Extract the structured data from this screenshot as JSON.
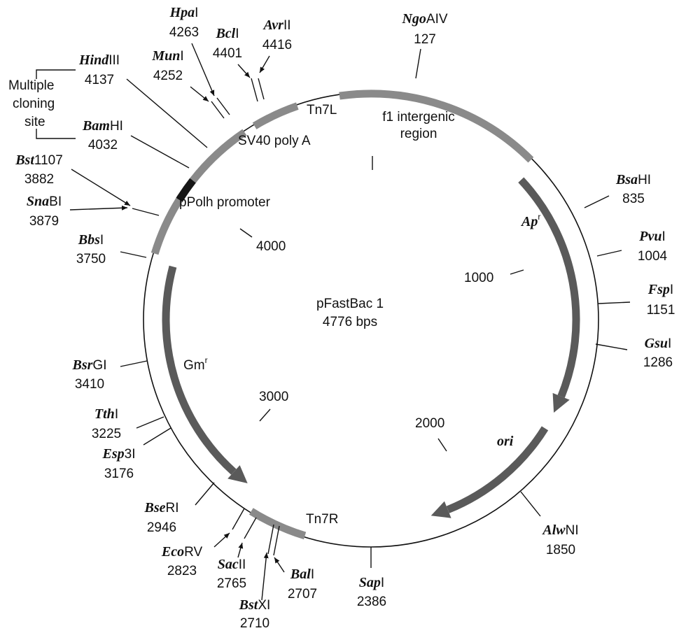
{
  "plasmid": {
    "name": "pFastBac 1",
    "size": "4776 bps"
  },
  "colors": {
    "feature_light": "#8a8a8a",
    "feature_dark": "#5a5a5a",
    "feature_black": "#161616",
    "line": "#111111"
  },
  "features": {
    "f1": {
      "line1": "f1 intergenic",
      "line2": "region"
    },
    "tn7l": "Tn7L",
    "sv40": "SV40 poly A",
    "ppolh": "pPolh promoter",
    "ap": {
      "main": "Ap",
      "sup": "r"
    },
    "gm": {
      "main": "Gm",
      "sup": "r"
    },
    "ori": "ori",
    "tn7r": "Tn7R"
  },
  "scale": {
    "s1000": "1000",
    "s2000": "2000",
    "s3000": "3000",
    "s4000": "4000"
  },
  "mcs": {
    "line1": "Multiple",
    "line2": "cloning",
    "line3": "site"
  },
  "sites": {
    "ngoaiv": {
      "it": "Ngo",
      "rest": "AIV",
      "pos": "127"
    },
    "bsahi": {
      "it": "Bsa",
      "rest": "HI",
      "pos": "835"
    },
    "pvui": {
      "it": "Pvu",
      "rest": "I",
      "pos": "1004"
    },
    "fspi": {
      "it": "Fsp",
      "rest": "I",
      "pos": "1151"
    },
    "gsui": {
      "it": "Gsu",
      "rest": "I",
      "pos": "1286"
    },
    "alwni": {
      "it": "Alw",
      "rest": "NI",
      "pos": "1850"
    },
    "sapi": {
      "it": "Sap",
      "rest": "I",
      "pos": "2386"
    },
    "bali": {
      "it": "Bal",
      "rest": "I",
      "pos": "2707"
    },
    "bstxi": {
      "it": "Bst",
      "rest": "XI",
      "pos": "2710"
    },
    "sacii": {
      "it": "Sac",
      "rest": "II",
      "pos": "2765"
    },
    "ecorv": {
      "it": "Eco",
      "rest": "RV",
      "pos": "2823"
    },
    "bseri": {
      "it": "Bse",
      "rest": "RI",
      "pos": "2946"
    },
    "esp3i": {
      "it": "Esp",
      "rest": "3I",
      "pos": "3176"
    },
    "tthi": {
      "it": "Tth",
      "rest": "I",
      "pos": "3225"
    },
    "bsrgi": {
      "it": "Bsr",
      "rest": "GI",
      "pos": "3410"
    },
    "bbsi": {
      "it": "Bbs",
      "rest": "I",
      "pos": "3750"
    },
    "snabi": {
      "it": "Sna",
      "rest": "BI",
      "pos": "3879"
    },
    "bst1107": {
      "it": "Bst",
      "rest": "1107",
      "pos": "3882"
    },
    "bamhi": {
      "it": "Bam",
      "rest": "HI",
      "pos": "4032"
    },
    "hindiii": {
      "it": "Hind",
      "rest": "III",
      "pos": "4137"
    },
    "muni": {
      "it": "Mun",
      "rest": "I",
      "pos": "4252"
    },
    "hpai": {
      "it": "Hpa",
      "rest": "I",
      "pos": "4263"
    },
    "bcli": {
      "it": "Bcl",
      "rest": "I",
      "pos": "4401"
    },
    "avrii": {
      "it": "Avr",
      "rest": "II",
      "pos": "4416"
    }
  }
}
